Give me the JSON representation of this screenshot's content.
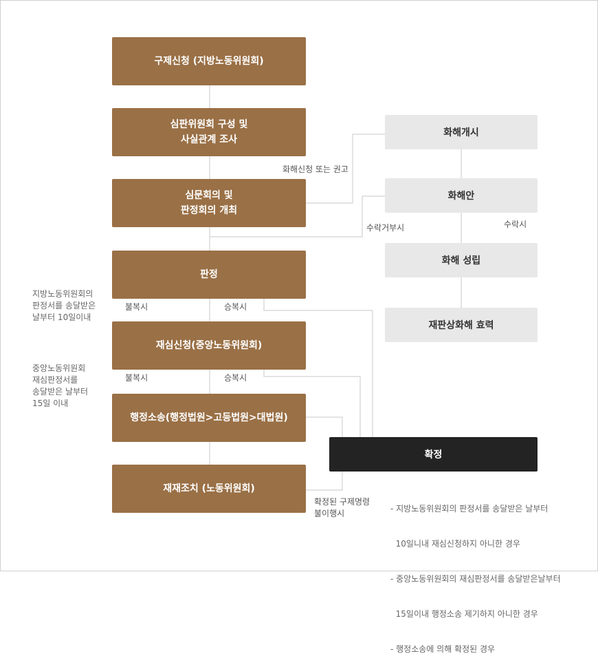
{
  "main_flow": {
    "relief_request": [
      "구제신청 (지방노동위원회)"
    ],
    "committee_setup": [
      "심판위원회 구성 및",
      "사실관계 조사"
    ],
    "hearing": [
      "심문회의 및",
      "판정회의 개최"
    ],
    "judgment": [
      "판정"
    ],
    "review_request": [
      "재심신청(중앙노동위원회)"
    ],
    "admin_litigation": [
      "행정소송(행정법원>고등법원>대법원)"
    ],
    "sanction": [
      "재재조치 (노동위원회)"
    ]
  },
  "settlement_flow": {
    "start": "화해개시",
    "proposal": "화해안",
    "established": "화해 성립",
    "effect": "재판상화해 효력"
  },
  "final": {
    "label": "확정"
  },
  "labels": {
    "settlement_request": "화해신청 또는 권고",
    "reject": "수락거부시",
    "accept": "수락시",
    "lose_1": "불복시",
    "win_1": "승복시",
    "lose_2": "불복시",
    "win_2": "승복시",
    "confirmed_non_compliance": [
      "확정된 구제명령",
      "불이행시"
    ]
  },
  "notes": {
    "local_deadline": [
      "지방노동위원회의",
      "판정서를 송달받은",
      "날부터 10일이내"
    ],
    "central_deadline": [
      "중앙노동위원회",
      "재심판정서를",
      "송달받은 날부터",
      "15일 이내"
    ],
    "final_conditions": [
      "- 지방노동위원회의 판정서를 송달받은 날부터",
      "  10일니내 재심신청하지 아니한 경우",
      "- 중앙노동위원회의 재심판정서를 송달받은날부터",
      "  15일이내 행정소송 제기하지 아니한 경우",
      "- 행정소송에 의해 확정된 경우"
    ]
  },
  "colors": {
    "brown": "#9a7046",
    "grey": "#e8e8e8",
    "dark": "#232323",
    "line": "#c8c8c8"
  }
}
